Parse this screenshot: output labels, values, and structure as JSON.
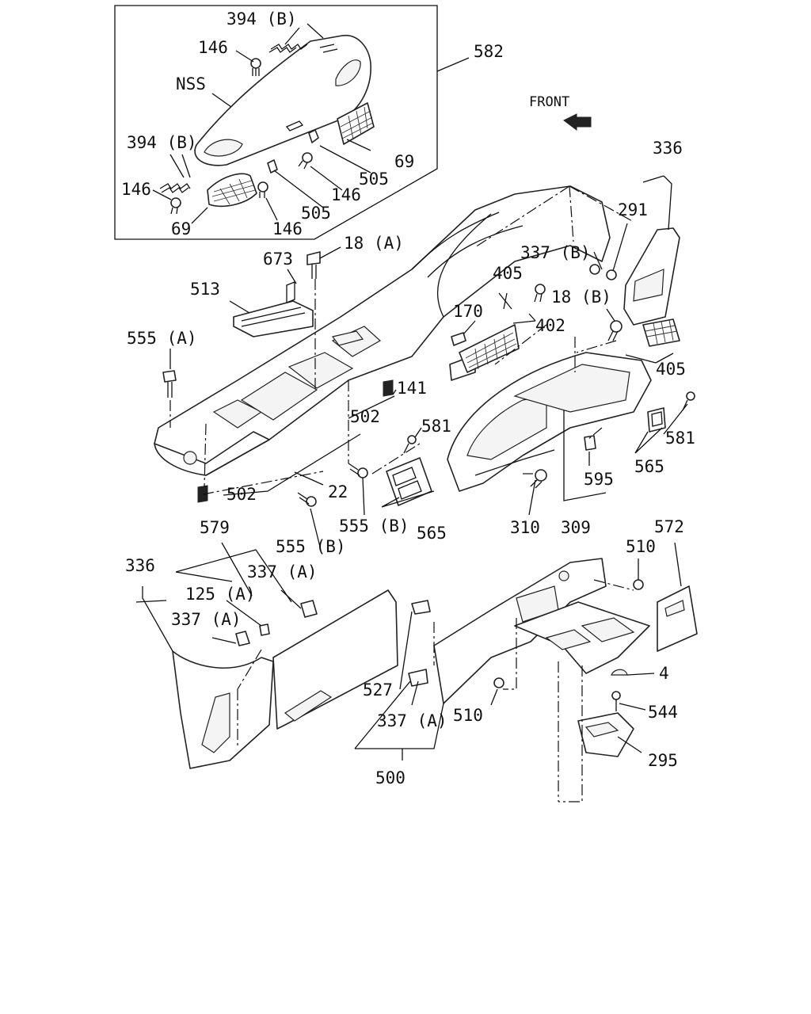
{
  "front_label": "FRONT",
  "labels": {
    "l394b_top": "394 (B)",
    "l582": "582",
    "l146_a": "146",
    "nss": "NSS",
    "l394b_mid": "394 (B)",
    "l69_right": "69",
    "l505_a": "505",
    "l146_b": "146",
    "l146_c": "146",
    "l505_b": "505",
    "l146_d": "146",
    "l69_left": "69",
    "l336_top": "336",
    "l291": "291",
    "l18a": "18 (A)",
    "l673": "673",
    "l337b": "337 (B)",
    "l405_top": "405",
    "l513": "513",
    "l18b": "18 (B)",
    "l170": "170",
    "l402": "402",
    "l555a": "555 (A)",
    "l405_right": "405",
    "l141": "141",
    "l502_top": "502",
    "l581_mid": "581",
    "l581_right": "581",
    "l595": "595",
    "l565_right": "565",
    "l502_low": "502",
    "l22": "22",
    "l555b_mid": "555 (B)",
    "l565_mid": "565",
    "l310": "310",
    "l309": "309",
    "l579": "579",
    "l572": "572",
    "l555b_low": "555 (B)",
    "l510_top": "510",
    "l336_left": "336",
    "l337a_top": "337 (A)",
    "l125a": "125 (A)",
    "l337a_left": "337 (A)",
    "l4": "4",
    "l527": "527",
    "l544": "544",
    "l337a_bot": "337 (A)",
    "l510_bot": "510",
    "l295": "295",
    "l500": "500"
  }
}
